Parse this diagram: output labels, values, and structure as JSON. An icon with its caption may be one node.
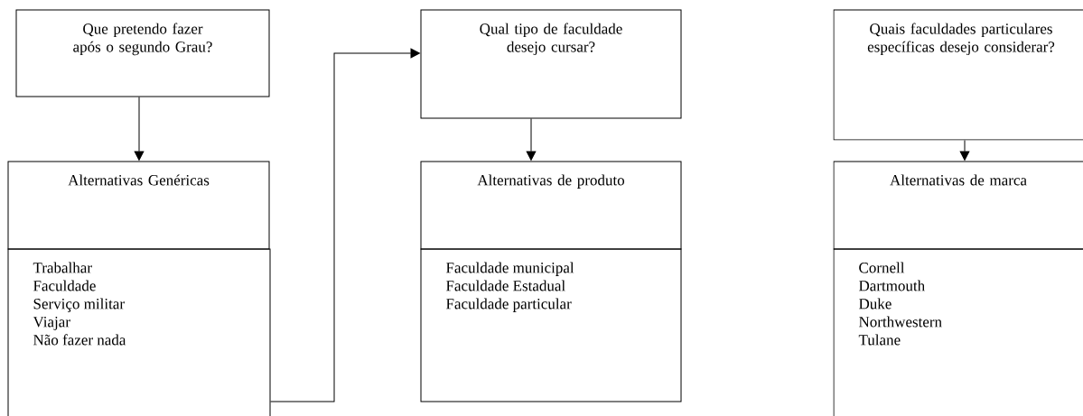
{
  "diagram": {
    "nodes": [
      {
        "text": [
          "Que pretendo fazer após o segundo Grau?"
        ]
      },
      {
        "text": [
          "Alternativas Genéricas"
        ]
      },
      {
        "text": [
          "Trabalhar",
          "Faculdade",
          "Serviço militar",
          "Viajar",
          "Não fazer nada"
        ]
      },
      {
        "text": [
          "Qual tipo de faculdade desejo cursar?"
        ]
      },
      {
        "text": [
          "Alternativas de produto"
        ]
      },
      {
        "text": [
          "Faculdade municipal",
          "Faculdade Estadual",
          "Faculdade particular"
        ]
      },
      {
        "text": [
          "Quais faculdades particulares específicas desejo considerar?"
        ]
      },
      {
        "text": [
          "Alternativas de marca"
        ]
      },
      {
        "text": [
          "Cornell",
          "Dartmouth",
          "Duke",
          "Northwestern",
          "Tulane"
        ]
      }
    ],
    "edges": [
      {
        "from": 0,
        "to": 1,
        "arrow": "to"
      },
      {
        "from": 2,
        "to": 3,
        "arrow": "to"
      },
      {
        "from": 3,
        "to": 4,
        "arrow": "to"
      },
      {
        "from": 6,
        "to": 7,
        "arrow": "to"
      }
    ]
  }
}
